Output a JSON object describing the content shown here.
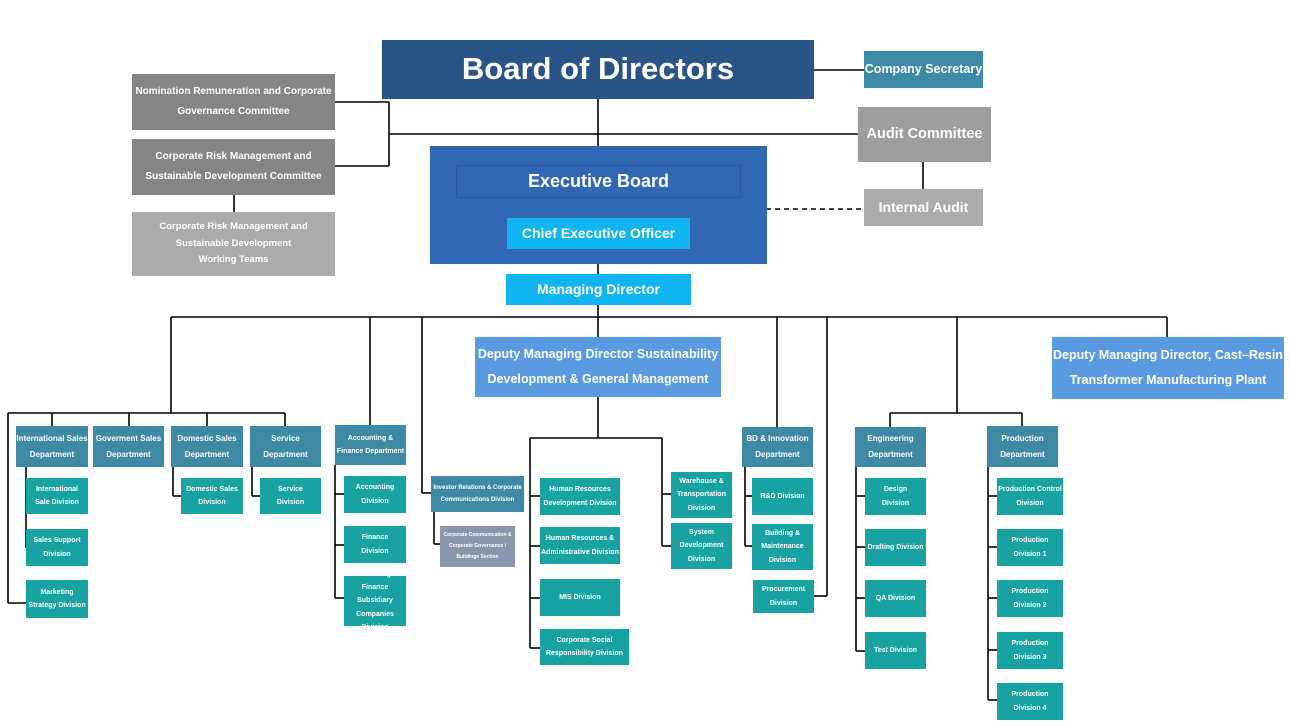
{
  "colors": {
    "navy": "#2b5486",
    "blue": "#3267b4",
    "cyan": "#10b4f0",
    "steel": "#3e89a4",
    "teal": "#18a3a2",
    "light_blue": "#5a9ae1",
    "dark_gray": "#858585",
    "gray": "#9e9e9e",
    "light_gray": "#ababab",
    "slate": "#8996ad"
  },
  "board": {
    "board_of_directors": "Board of Directors",
    "company_secretary": "Company Secretary",
    "audit_committee": "Audit Committee",
    "internal_audit": "Internal Audit"
  },
  "committees": {
    "nomination": "Nomination Remuneration and Corporate\nGovernance Committee",
    "risk": "Corporate Risk Management and\nSustainable Development  Committee",
    "risk_teams": "Corporate Risk Management and\nSustainable Development\nWorking Teams"
  },
  "executive": {
    "executive_board": "Executive Board",
    "ceo": "Chief Executive Officer",
    "managing_director": "Managing Director"
  },
  "deputies": {
    "sustainability": "Deputy Managing Director Sustainability\nDevelopment & General Management",
    "cast_resin": "Deputy Managing Director, Cast–Resin\nTransformer Manufacturing Plant"
  },
  "sales": {
    "international_sales": "International Sales\nDepartment",
    "government_sales": "Goverment Sales\nDepartment",
    "domestic_sales": "Domestic Sales\nDepartment",
    "service": "Service\nDepartment",
    "international_sale_division": "International\nSale Division",
    "sales_support": "Sales Support\nDivision",
    "marketing_strategy": "Marketing\nStrategy Division",
    "domestic_sales_division": "Domestic Sales\nDivision",
    "service_division": "Service\nDivision"
  },
  "accounting": {
    "department": "Accounting &\nFinance Department",
    "accounting_division": "Accounting\nDivision",
    "finance_division": "Finance\nDivision",
    "subsidiary_division": "Accounting &\nFinance Subsidiary\nCompanies Division"
  },
  "investor": {
    "investor_relations": "Investor Relations & Corporate\nCommunications Division",
    "corporate_communication": "Corporate Communication &\nCorporate Governance /\nBuildings Section"
  },
  "general_management": {
    "hr_development": "Human Resources\nDevelopment Division",
    "hr_administrative": "Human Resources &\nAdministrative Division",
    "mis": "MIS Division",
    "csr": "Corporate Social\nResponsibility  Division",
    "warehouse": "Warehouse &\nTransportation\nDivision",
    "system_development": "System\nDevelopment\nDivision"
  },
  "bd": {
    "department": "BD & Innovation\nDepartment",
    "rnd": "R&D Division",
    "building_maintenance": "Building &\nMaintenance\nDivision",
    "procurement": "Procurement\nDivision"
  },
  "engineering": {
    "department": "Engineering\nDepartment",
    "design": "Design\nDivision",
    "drafting": "Drafting Division",
    "qa": "QA Division",
    "test": "Test Division"
  },
  "production": {
    "department": "Production\nDepartment",
    "control": "Production Control\nDivision",
    "division_1": "Production\nDivision  1",
    "division_2": "Production\nDivision  2",
    "division_3": "Production\nDivision  3",
    "division_4": "Production\nDivision  4"
  }
}
